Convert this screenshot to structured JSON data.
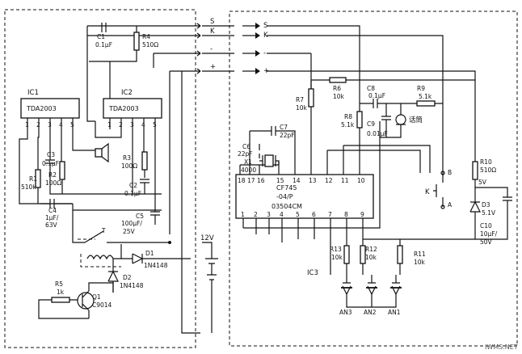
{
  "left_board": {
    "ic1": {
      "ref": "IC1",
      "name": "TDA2003",
      "pins": [
        "1",
        "2",
        "3",
        "4",
        "5"
      ]
    },
    "ic2": {
      "ref": "IC2",
      "name": "TDA2003",
      "pins": [
        "1",
        "2",
        "3",
        "4",
        "5"
      ]
    },
    "c1": {
      "ref": "C1",
      "value": "0.1μF"
    },
    "r4": {
      "ref": "R4",
      "value": "510Ω"
    },
    "c3": {
      "ref": "C3",
      "value": "0.1μF"
    },
    "r1": {
      "ref": "R1",
      "value": "510k"
    },
    "r2": {
      "ref": "R2",
      "value": "100Ω"
    },
    "c4": {
      "ref": "C4",
      "value": "1μF/",
      "rating": "63V"
    },
    "r3": {
      "ref": "R3",
      "value": "100Ω"
    },
    "c2": {
      "ref": "C2",
      "value": "0.1μF"
    },
    "c5": {
      "ref": "C5",
      "value": "100μF/",
      "rating": "25V"
    },
    "relay": {
      "ref": "T"
    },
    "d1": {
      "ref": "D1",
      "value": "1N4148"
    },
    "d2": {
      "ref": "D2",
      "value": "1N4148"
    },
    "r5": {
      "ref": "R5",
      "value": "1k"
    },
    "q1": {
      "ref": "Q1",
      "value": "C9014"
    },
    "supply": {
      "label": "12V"
    }
  },
  "connectors": [
    {
      "label": "S"
    },
    {
      "label": "K"
    },
    {
      "label": "-"
    },
    {
      "label": "+"
    }
  ],
  "right_board": {
    "ic3": {
      "ref": "IC3",
      "line1": "CF745",
      "line2": "-04/P",
      "line3": "03504CM",
      "top_pins": [
        "18",
        "17",
        "16",
        "15",
        "14",
        "13",
        "12",
        "11",
        "10"
      ],
      "bottom_pins": [
        "1",
        "2",
        "3",
        "4",
        "5",
        "6",
        "7",
        "8",
        "9"
      ]
    },
    "r6": {
      "ref": "R6",
      "value": "10k"
    },
    "r7": {
      "ref": "R7",
      "value": "10k"
    },
    "c8": {
      "ref": "C8",
      "value": "0.1μF"
    },
    "r9": {
      "ref": "R9",
      "value": "5.1k"
    },
    "r8": {
      "ref": "R8",
      "value": "5.1k"
    },
    "c9": {
      "ref": "C9",
      "value": "0.01μF"
    },
    "mic": {
      "label": "话筒"
    },
    "c7": {
      "ref": "C7",
      "value": "22pF"
    },
    "c6": {
      "ref": "C6",
      "value": "22pF"
    },
    "x1": {
      "ref": "X1",
      "value": "4000"
    },
    "r10": {
      "ref": "R10",
      "value": "510Ω"
    },
    "k_switch": {
      "ref": "K",
      "pos_b": "B",
      "pos_a": "A"
    },
    "d3": {
      "ref": "D3",
      "value": "5.1V"
    },
    "c10": {
      "ref": "C10",
      "value": "10μF/",
      "rating": "50V"
    },
    "v5": {
      "label": "5V"
    },
    "r13": {
      "ref": "R13",
      "value": "10k"
    },
    "r12": {
      "ref": "R12",
      "value": "10k"
    },
    "r11": {
      "ref": "R11",
      "value": "10k"
    },
    "an3": {
      "label": "AN3"
    },
    "an2": {
      "label": "AN2"
    },
    "an1": {
      "label": "AN1"
    }
  },
  "watermark": "IWMS.NET"
}
